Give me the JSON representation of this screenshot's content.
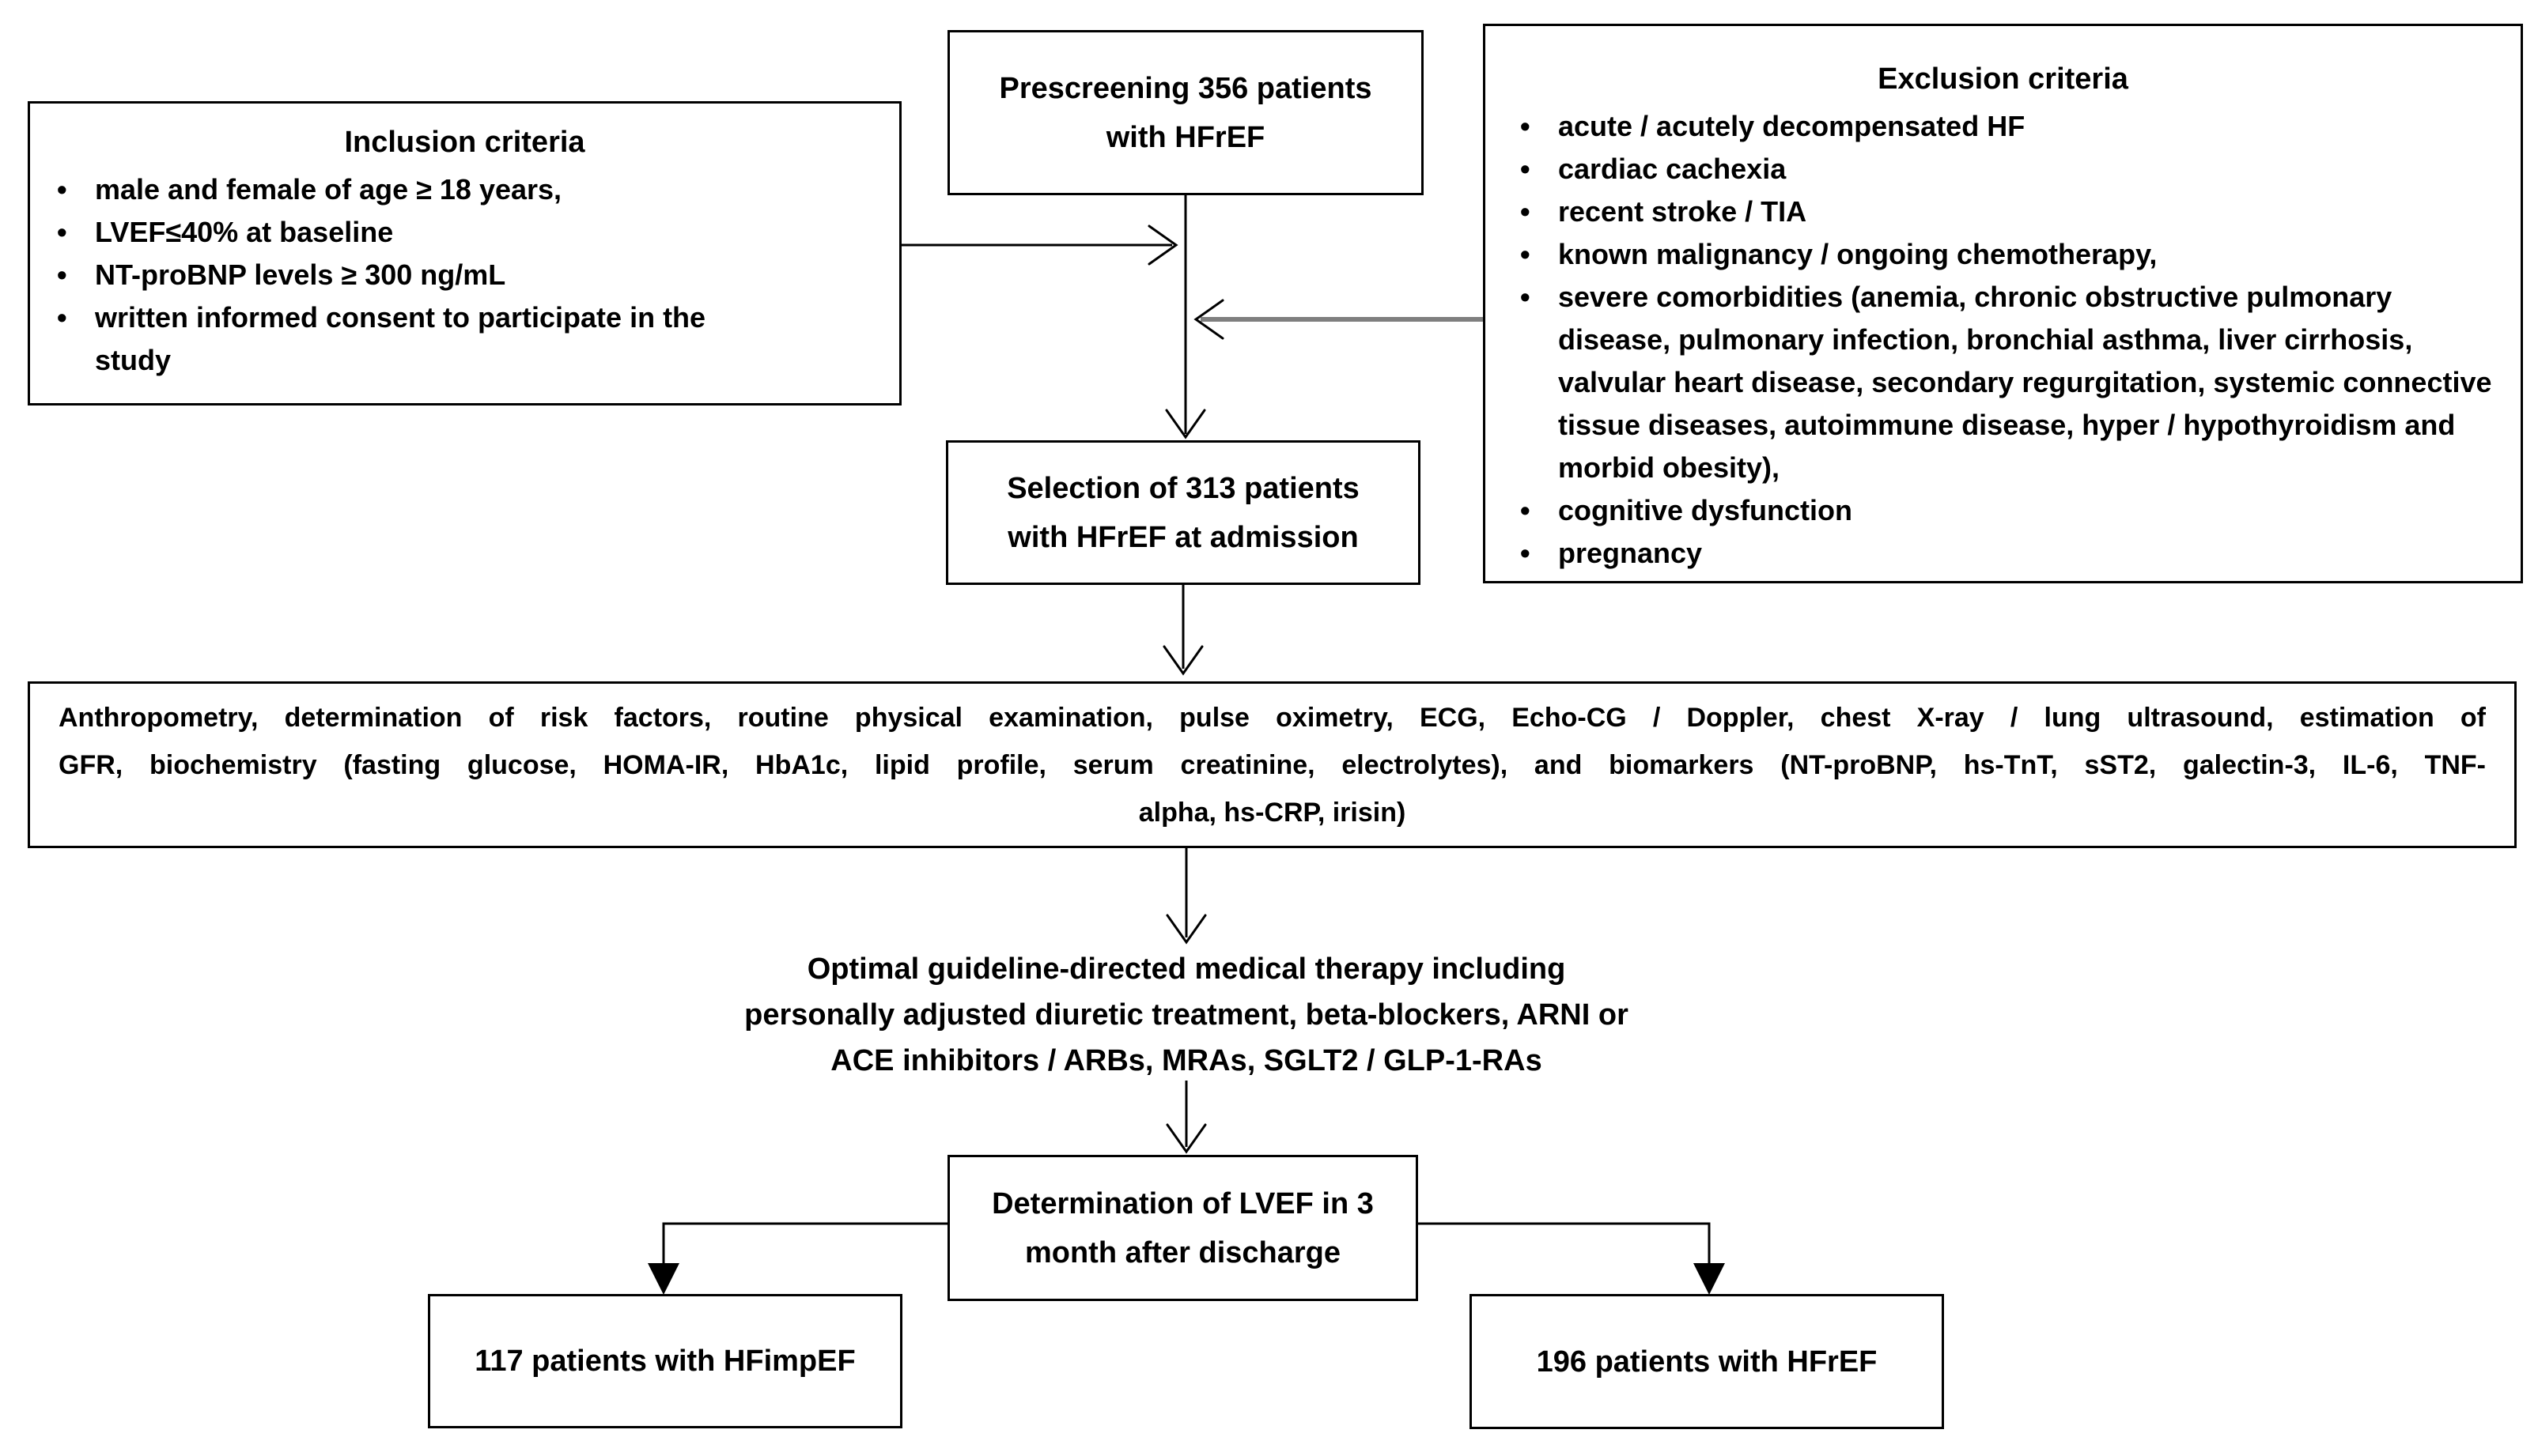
{
  "diagram": {
    "prescreening": {
      "lines": [
        "Prescreening 356 patients",
        "with HFrEF"
      ]
    },
    "inclusion": {
      "title": "Inclusion criteria",
      "items": [
        "male and female of age ≥ 18 years,",
        "LVEF≤40% at baseline",
        "NT-proBNP levels ≥ 300 ng/mL",
        "written informed consent to participate in the study"
      ]
    },
    "exclusion": {
      "title": "Exclusion criteria",
      "items": [
        "acute / acutely decompensated HF",
        "cardiac cachexia",
        "recent stroke / TIA",
        "known malignancy / ongoing chemotherapy,",
        "severe comorbidities (anemia, chronic obstructive pulmonary disease, pulmonary infection, bronchial asthma, liver cirrhosis, valvular heart disease, secondary regurgitation, systemic connective tissue diseases, autoimmune disease, hyper / hypothyroidism and morbid obesity),",
        "cognitive dysfunction",
        "pregnancy"
      ]
    },
    "selection": {
      "lines": [
        "Selection of 313 patients",
        "with HFrEF at admission"
      ]
    },
    "assessment": {
      "lines": [
        "Anthropometry, determination of risk factors, routine physical examination, pulse oximetry, ECG,  Echo-CG / Doppler, chest X-ray / lung ultrasound, estimation of",
        "GFR, biochemistry (fasting glucose, HOMA-IR, HbA1c, lipid profile, serum creatinine, electrolytes), and biomarkers (NT-proBNP, hs-TnT,  sST2, galectin-3, IL-6, TNF-",
        "alpha, hs-CRP, irisin)"
      ]
    },
    "therapy": {
      "lines": [
        "Optimal guideline-directed medical therapy including",
        "personally adjusted diuretic treatment, beta-blockers, ARNI or",
        "ACE inhibitors / ARBs, MRAs, SGLT2 / GLP-1-RAs"
      ]
    },
    "determination": {
      "lines": [
        "Determination of LVEF in 3",
        "month after discharge"
      ]
    },
    "outcome_hfimpef": {
      "label": "117 patients with HFimpEF"
    },
    "outcome_hfref": {
      "label": "196 patients with HFrEF"
    }
  },
  "colors": {
    "background": "#ffffff",
    "text": "#000000",
    "line": "#000000",
    "exclusion_arrow": "#7f7f7f"
  }
}
